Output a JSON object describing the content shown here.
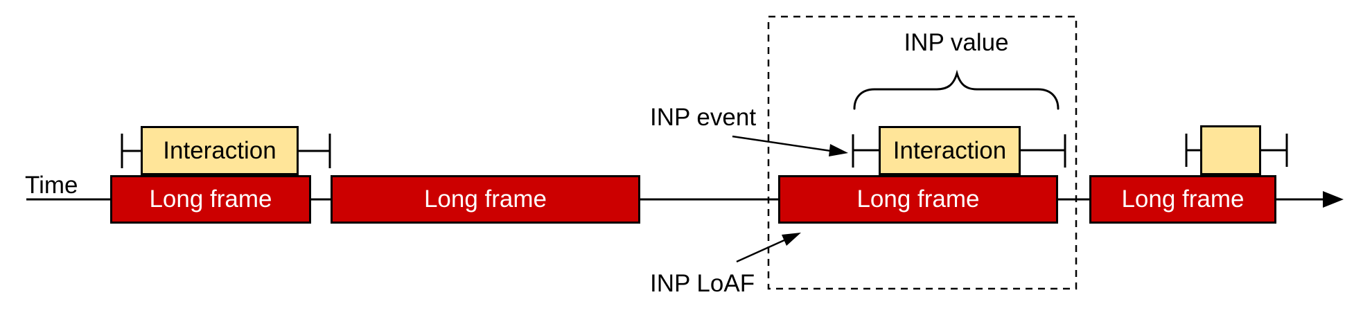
{
  "colors": {
    "frame_fill": "#CC0000",
    "frame_text": "#FFFFFF",
    "interaction_fill": "#FFE599",
    "stroke": "#000000",
    "background": "#FFFFFF"
  },
  "axis": {
    "label": "Time"
  },
  "frames": [
    {
      "label": "Long frame"
    },
    {
      "label": "Long frame"
    },
    {
      "label": "Long frame"
    },
    {
      "label": "Long frame"
    }
  ],
  "interactions": [
    {
      "label": "Interaction"
    },
    {
      "label": "Interaction"
    },
    {
      "label": ""
    }
  ],
  "annotations": {
    "inp_event": "INP event",
    "inp_value": "INP value",
    "inp_loaf": "INP LoAF"
  }
}
